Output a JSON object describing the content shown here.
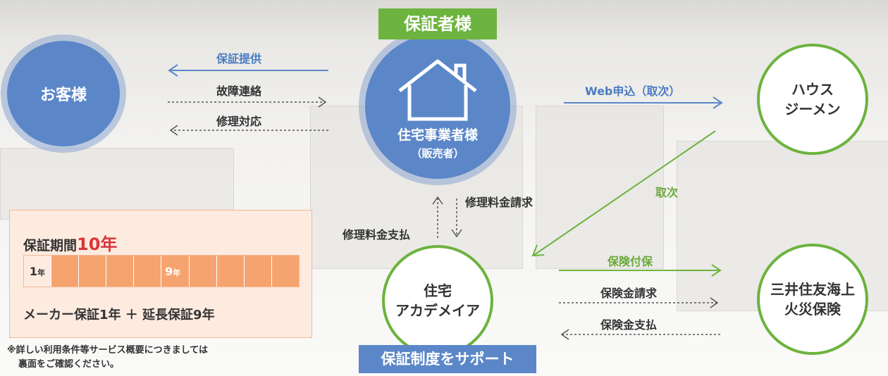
{
  "nodes": {
    "customer": "お客様",
    "seller_line1": "住宅事業者様",
    "seller_line2": "（販売者）",
    "house_gmen_line1": "ハウス",
    "house_gmen_line2": "ジーメン",
    "academeia_line1": "住宅",
    "academeia_line2": "アカデメイア",
    "insurer_line1": "三井住友海上",
    "insurer_line2": "火災保険"
  },
  "headers": {
    "guarantor": "保証者様",
    "support": "保証制度をサポート"
  },
  "flows": {
    "warranty_provide": "保証提供",
    "failure_report": "故障連絡",
    "repair_response": "修理対応",
    "web_apply": "Web申込（取次）",
    "intermediary": "取次",
    "repair_fee_request": "修理料金請求",
    "repair_fee_payment": "修理料金支払",
    "insurance_attach": "保険付保",
    "insurance_claim": "保険金請求",
    "insurance_payment": "保険金支払"
  },
  "period_box": {
    "label": "保証期間",
    "years": "10年",
    "year1_num": "1",
    "year1_unit": "年",
    "year9_num": "9",
    "year9_unit": "年",
    "caption": "メーカー保証1年 ＋ 延長保証9年",
    "bar_segments_extended": 9
  },
  "note": {
    "line1": "※詳しい利用条件等サービス概要につきましては",
    "line2": "裏面をご確認ください。"
  },
  "colors": {
    "blue": "#5b87c8",
    "green": "#6db33f",
    "orange": "#f6a46f",
    "red": "#d9363e"
  }
}
